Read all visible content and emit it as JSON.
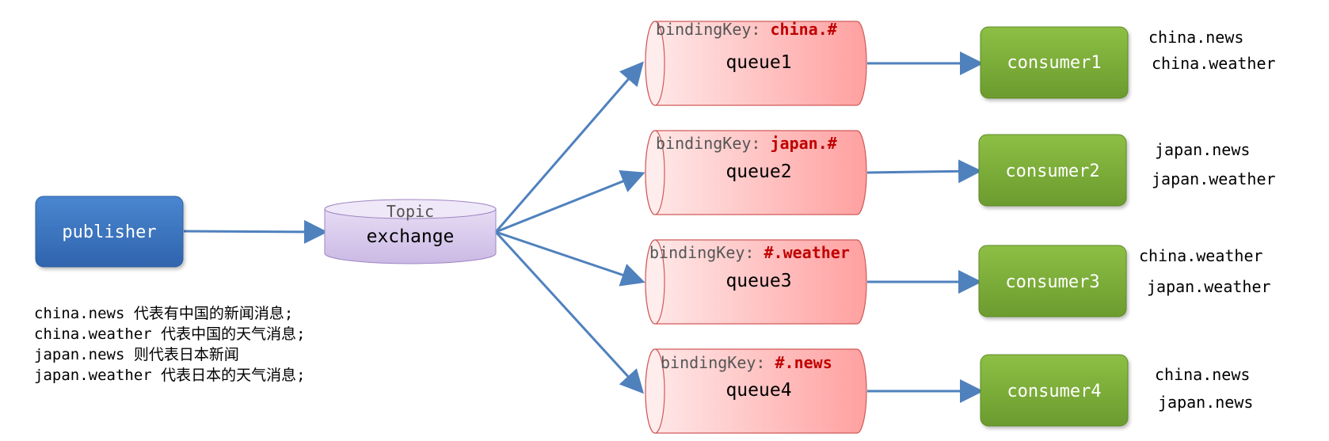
{
  "publisher": {
    "label": "publisher"
  },
  "exchange": {
    "type_label": "Topic",
    "label": "exchange"
  },
  "colors": {
    "publisher": "#3d76c2",
    "exchange": "#dcd0ee",
    "queue": "#ffb3b3",
    "consumer": "#7aab3a",
    "arrow": "#4f81bd",
    "binding_value": "#c00000"
  },
  "queues": [
    {
      "name": "queue1",
      "binding_prefix": "bindingKey: ",
      "binding_value": "china.#"
    },
    {
      "name": "queue2",
      "binding_prefix": "bindingKey: ",
      "binding_value": "japan.#"
    },
    {
      "name": "queue3",
      "binding_prefix": "bindingKey: ",
      "binding_value": "#.weather"
    },
    {
      "name": "queue4",
      "binding_prefix": "bindingKey: ",
      "binding_value": "#.news"
    }
  ],
  "consumers": [
    {
      "label": "consumer1",
      "receives": [
        "china.news",
        "china.weather"
      ]
    },
    {
      "label": "consumer2",
      "receives": [
        "japan.news",
        "japan.weather"
      ]
    },
    {
      "label": "consumer3",
      "receives": [
        "china.weather",
        "japan.weather"
      ]
    },
    {
      "label": "consumer4",
      "receives": [
        "china.news",
        "japan.news"
      ]
    }
  ],
  "description": [
    "china.news 代表有中国的新闻消息;",
    "china.weather 代表中国的天气消息;",
    "japan.news 则代表日本新闻",
    "japan.weather 代表日本的天气消息;"
  ]
}
